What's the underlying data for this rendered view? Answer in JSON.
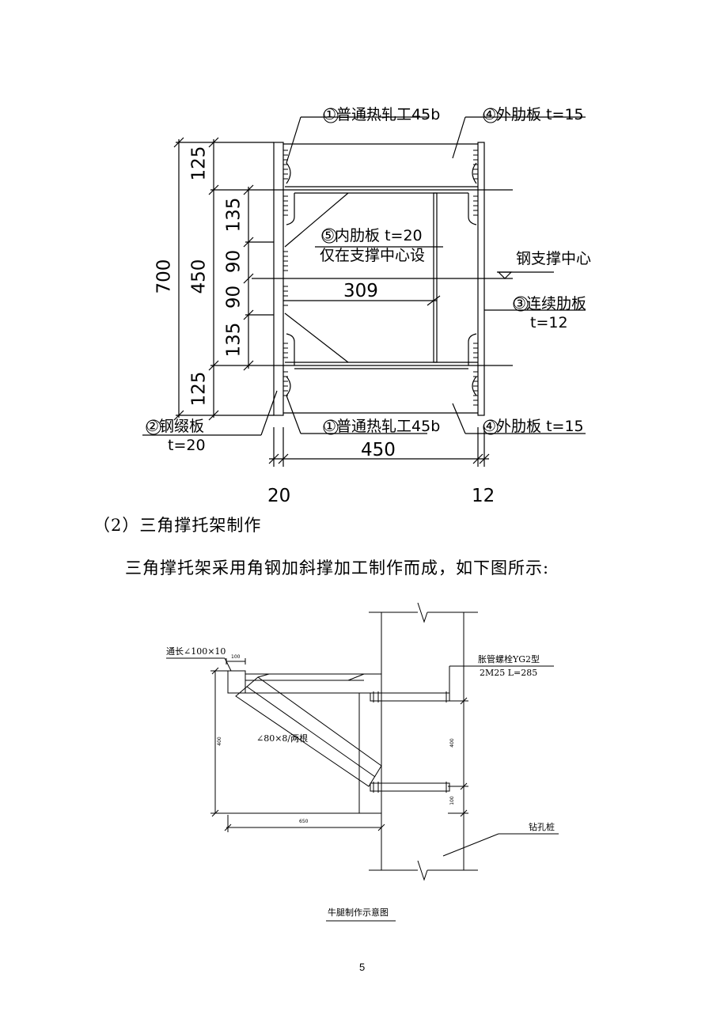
{
  "diagram1": {
    "labels": {
      "i_beam_top": "①普通热轧工45b",
      "outer_rib_top": "④外肋板 t=15",
      "inner_rib": "⑤内肋板 t=20",
      "inner_rib_note": "仅在支撑中心设",
      "support_center": "钢支撑中心",
      "cont_rib": "③连续肋板",
      "cont_rib_t": "t=12",
      "cladding": "②钢缀板",
      "cladding_t": "t=20",
      "i_beam_bottom": "①普通热轧工45b",
      "outer_rib_bottom": "④外肋板 t=15"
    },
    "dims": {
      "total_height": "700",
      "mid_height": "450",
      "top_125": "125",
      "bottom_125": "125",
      "d135_top": "135",
      "d90_top": "90",
      "d90_bottom": "90",
      "d135_bottom": "135",
      "inner_309": "309",
      "width_450": "450",
      "left_20": "20",
      "right_12": "12"
    }
  },
  "section_heading": "（2）三角撑托架制作",
  "paragraph": "三角撑托架采用角钢加斜撑加工制作而成，如下图所示:",
  "diagram2": {
    "label_angle_top": "通长∠100×10",
    "dim_100": "100",
    "bolt_label": "胀管螺栓YG2型",
    "bolt_spec": "2M25  L=285",
    "angle_brace": "∠80×8/两根",
    "dim_left_vertical": "400",
    "dim_right_vertical": "400",
    "dim_100_right": "100",
    "dim_650": "650",
    "pile_label": "钻孔桩",
    "caption": "牛腿制作示意图"
  },
  "page_number": "5"
}
